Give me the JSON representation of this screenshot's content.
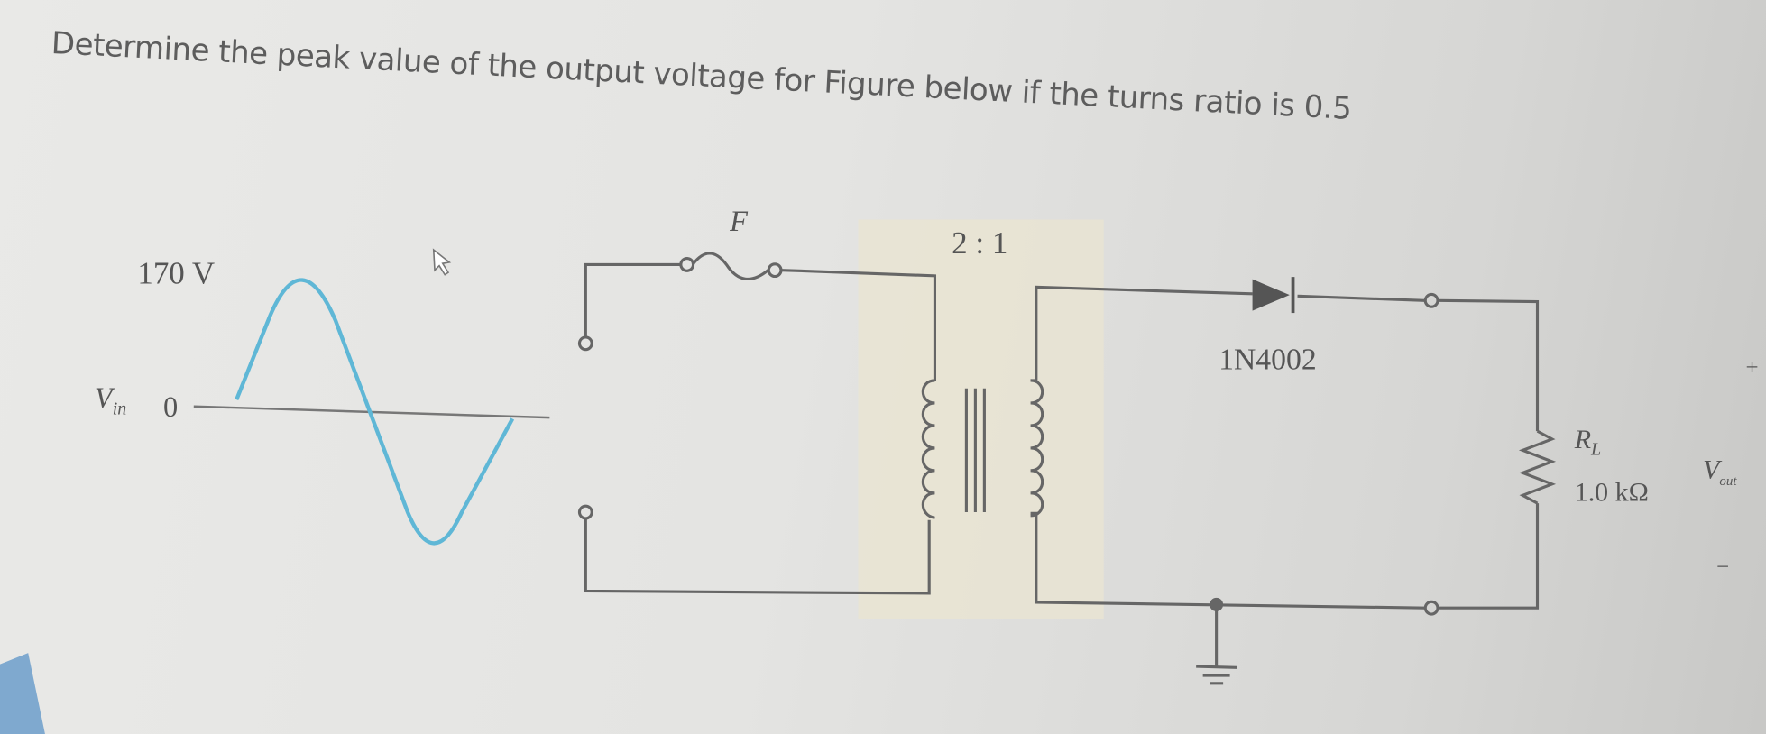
{
  "question": "Determine the peak value of the output voltage for Figure below if the turns ratio is 0.5",
  "figure": {
    "input_peak_label": "170 V",
    "vin_label": "V",
    "vin_sub": "in",
    "zero_label": "0",
    "fuse_label": "F",
    "turns_ratio_label": "2 : 1",
    "diode_label": "1N4002",
    "resistor_label": "R",
    "resistor_sub": "L",
    "resistor_value": "1.0 kΩ",
    "vout_label": "V",
    "vout_sub": "out",
    "plus": "+",
    "minus": "−",
    "colors": {
      "sine": "#5fb7d6",
      "wire": "#666666",
      "transformer_shade": "#e9e4d2"
    }
  }
}
